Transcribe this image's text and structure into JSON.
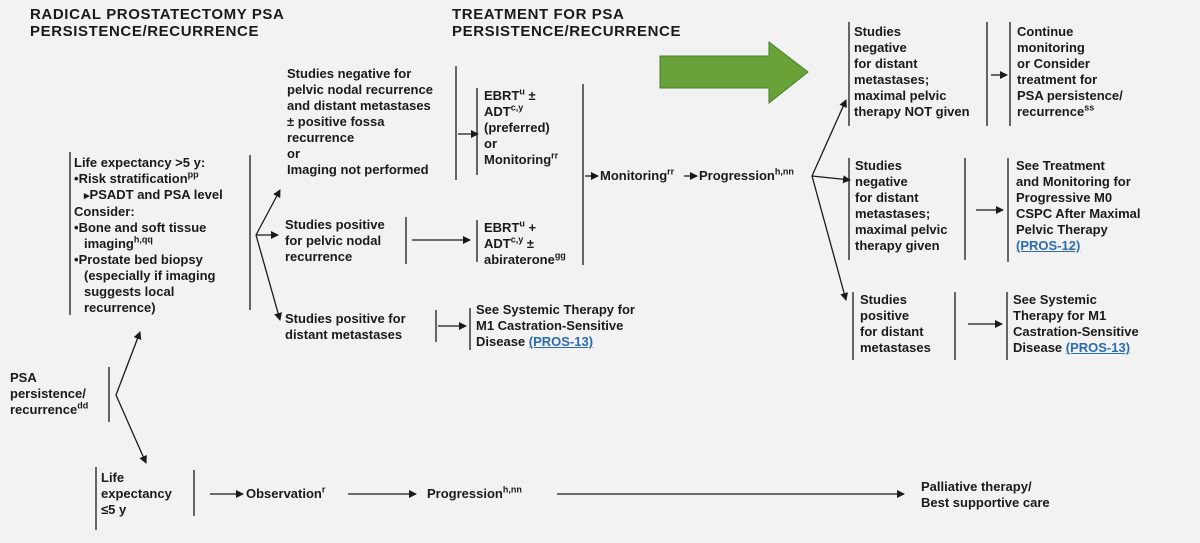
{
  "headers": {
    "left_line1": "RADICAL PROSTATECTOMY PSA",
    "left_line2": "PERSISTENCE/RECURRENCE",
    "mid_line1": "TREATMENT FOR PSA",
    "mid_line2": "PERSISTENCE/RECURRENCE"
  },
  "colors": {
    "arrow_green": "#6aa23a",
    "arrow_border": "#4a7a2a",
    "link": "#2b6cb0"
  },
  "start": {
    "l1": "PSA",
    "l2": "persistence/",
    "l3": "recurrence",
    "sup": "dd"
  },
  "life_gt5": {
    "l1": "Life expectancy >5 y:",
    "l2": "Risk stratification",
    "l2_sup": "pp",
    "l3": "PSADT and PSA level",
    "l4": "Consider:",
    "l5": "Bone and soft tissue",
    "l6": "imaging",
    "l6_sup": "h,qq",
    "l7": "Prostate bed biopsy",
    "l8": "(especially if imaging",
    "l9": "suggests local",
    "l10": "recurrence)"
  },
  "neg_studies": {
    "l1": "Studies negative for",
    "l2": "pelvic nodal recurrence",
    "l3": "and distant metastases",
    "l4": "± positive fossa",
    "l5": "recurrence",
    "l6": "or",
    "l7": "Imaging not performed"
  },
  "tx_neg": {
    "l1": "EBRT",
    "l1_sup": "u",
    "l1_tail": " ±",
    "l2": "ADT",
    "l2_sup": "c,y",
    "l3": "(preferred)",
    "l4": "or",
    "l5": "Monitoring",
    "l5_sup": "rr"
  },
  "pos_nodal": {
    "l1": "Studies positive",
    "l2": "for pelvic nodal",
    "l3": "recurrence"
  },
  "tx_nodal": {
    "l1": "EBRT",
    "l1_sup": "u",
    "l1_tail": " +",
    "l2": "ADT",
    "l2_sup": "c,y",
    "l2_tail": " ±",
    "l3": "abiraterone",
    "l3_sup": "gg"
  },
  "pos_distant": {
    "l1": "Studies positive for",
    "l2": "distant metastases"
  },
  "see_sys1": {
    "l1": "See Systemic Therapy for",
    "l2": "M1 Castration-Sensitive",
    "l3": "Disease ",
    "link": "(PROS-13)"
  },
  "monitoring": {
    "label": "Monitoring",
    "sup": "rr"
  },
  "progression_mid": {
    "label": "Progression",
    "sup": "h,nn"
  },
  "right_neg_not": {
    "l1": "Studies",
    "l2": "negative",
    "l3": "for distant",
    "l4": "metastases;",
    "l5": "maximal pelvic",
    "l6": "therapy NOT given"
  },
  "continue": {
    "l1": "Continue",
    "l2": "monitoring",
    "l3": "or Consider",
    "l4": "treatment for",
    "l5": "PSA persistence/",
    "l6": "recurrence",
    "l6_sup": "ss"
  },
  "right_neg_given": {
    "l1": "Studies",
    "l2": "negative",
    "l3": "for distant",
    "l4": "metastases;",
    "l5": "maximal pelvic",
    "l6": "therapy given"
  },
  "see_tx": {
    "l1": "See Treatment",
    "l2": "and Monitoring for",
    "l3": "Progressive M0",
    "l4": "CSPC After Maximal",
    "l5": "Pelvic Therapy",
    "link": "(PROS-12)"
  },
  "right_pos": {
    "l1": "Studies",
    "l2": "positive",
    "l3": "for distant",
    "l4": "metastases"
  },
  "see_sys2": {
    "l1": "See Systemic",
    "l2": "Therapy for M1",
    "l3": "Castration-Sensitive",
    "l4": "Disease ",
    "link": "(PROS-13)"
  },
  "life_le5": {
    "l1": "Life",
    "l2": "expectancy",
    "l3": "≤5 y"
  },
  "observation": {
    "label": "Observation",
    "sup": "r"
  },
  "progression_bottom": {
    "label": "Progression",
    "sup": "h,nn"
  },
  "palliative": {
    "l1": "Palliative therapy/",
    "l2": "Best supportive care"
  }
}
